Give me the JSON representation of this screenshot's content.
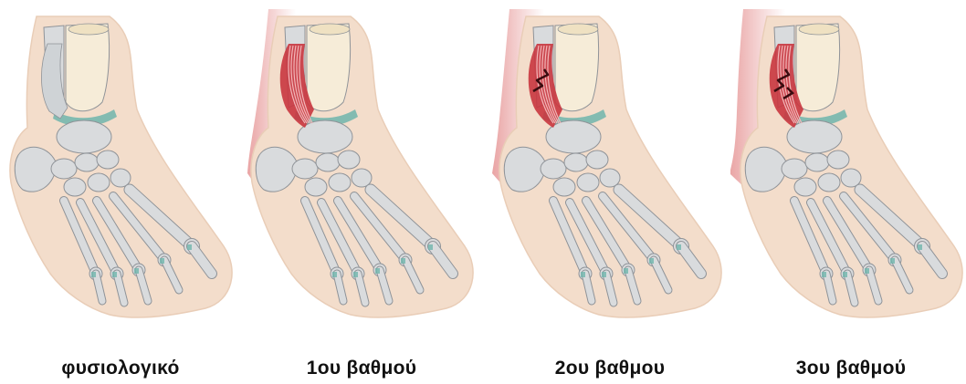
{
  "figure": {
    "panels": [
      {
        "label": "φυσιολογικό",
        "grade": 0,
        "has_injury": false,
        "swelling": "none"
      },
      {
        "label": "1ου βαθμού",
        "grade": 1,
        "has_injury": true,
        "swelling": "mild"
      },
      {
        "label": "2ου βαθμου",
        "grade": 2,
        "has_injury": true,
        "swelling": "moderate"
      },
      {
        "label": "3ου βαθμού",
        "grade": 3,
        "has_injury": true,
        "swelling": "severe"
      }
    ]
  },
  "colors": {
    "skin": "#f3ddcb",
    "bone": "#d9dbdd",
    "bone_stroke": "#8f9398",
    "tibia": "#f6ecd8",
    "cartilage": "#6fb5ad",
    "ligament_injured": "#c9363f",
    "swelling": "#e79a9a"
  }
}
